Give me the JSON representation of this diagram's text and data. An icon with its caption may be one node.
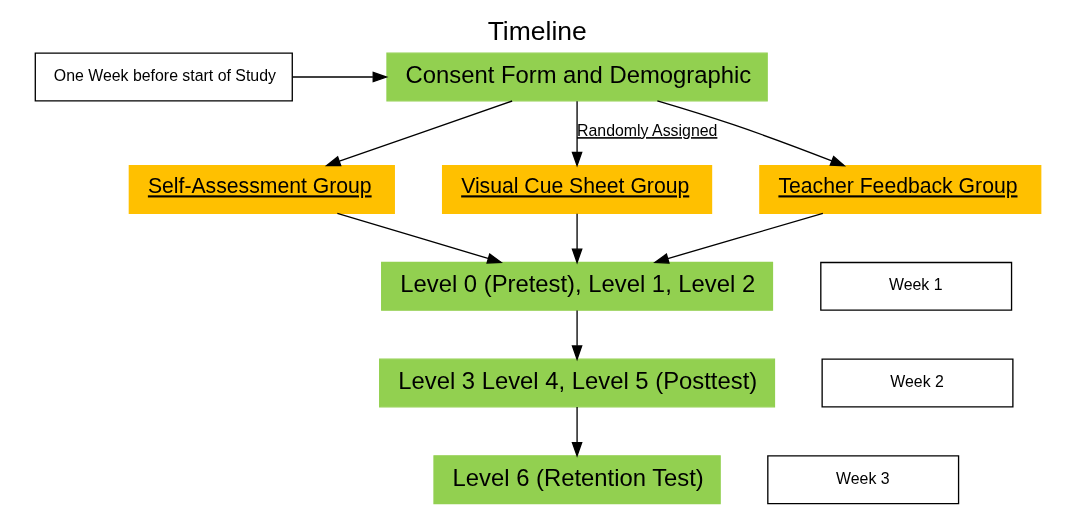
{
  "diagram": {
    "title": "Timeline",
    "nodes": [
      {
        "text": [
          "One Week before start of Study"
        ]
      },
      {
        "text": [
          "Consent Form and Demographic"
        ]
      },
      {
        "text": [
          "Self-Assessment Group"
        ]
      },
      {
        "text": [
          "Visual Cue Sheet Group"
        ]
      },
      {
        "text": [
          "Teacher Feedback Group"
        ]
      },
      {
        "text": [
          "Week 1"
        ]
      },
      {
        "text": [
          "Level 0 (Pretest), Level 1, Level 2"
        ]
      },
      {
        "text": [
          "Week 2"
        ]
      },
      {
        "text": [
          "Level 3 Level 4, Level 5 (Posttest)"
        ]
      },
      {
        "text": [
          "Week 3"
        ]
      },
      {
        "text": [
          "Level 6 (Retention Test)"
        ]
      }
    ],
    "edges": [
      {
        "from": 0,
        "to": 1,
        "arrow": "to"
      },
      {
        "from": 1,
        "to": 2,
        "arrow": "to"
      },
      {
        "from": 1,
        "to": 3,
        "arrow": "to",
        "label": "Randomly Assigned"
      },
      {
        "from": 1,
        "to": 4,
        "arrow": "to"
      },
      {
        "from": 2,
        "to": 6,
        "arrow": "to"
      },
      {
        "from": 3,
        "to": 6,
        "arrow": "to"
      },
      {
        "from": 4,
        "to": 6,
        "arrow": "to"
      },
      {
        "from": 6,
        "to": 8,
        "arrow": "to"
      },
      {
        "from": 8,
        "to": 10,
        "arrow": "to"
      }
    ]
  }
}
